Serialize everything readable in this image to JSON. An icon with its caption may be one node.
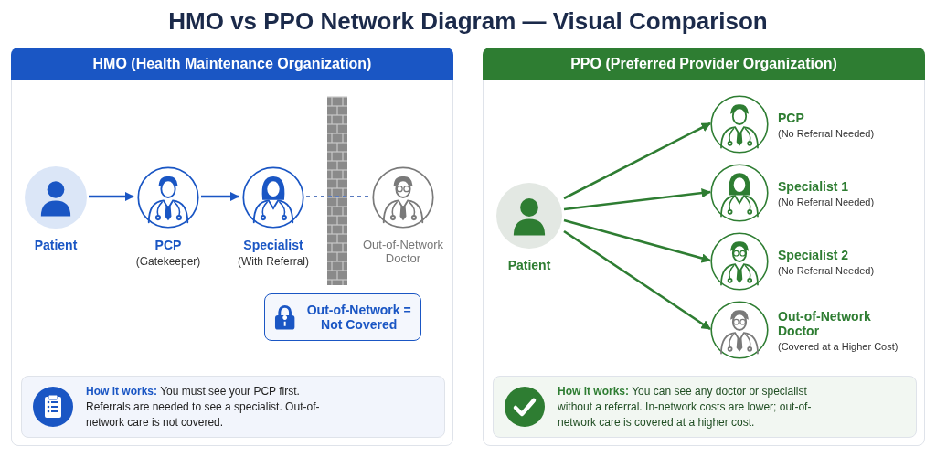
{
  "diagram": {
    "title": "HMO vs PPO Network Diagram — Visual Comparison",
    "nodes": [
      {
        "text": [
          "HMO (Health Maintenance Organization)"
        ]
      },
      {
        "text": [
          "Patient"
        ],
        "in": 0
      },
      {
        "text": [
          "PCP",
          "(Gatekeeper)"
        ],
        "in": 0
      },
      {
        "text": [
          "Specialist",
          "(With Referral)"
        ],
        "in": 0
      },
      {
        "text": [
          "Out-of-Network Doctor"
        ],
        "in": 0
      },
      {
        "text": [
          "Out-of-Network = Not Covered"
        ],
        "in": 0
      },
      {
        "text": [
          "**How it works:** You must see your PCP first. Referrals are needed to see a specialist. Out-of-network care is not covered."
        ],
        "in": 0
      },
      {
        "text": [
          "PPO (Preferred Provider Organization)"
        ]
      },
      {
        "text": [
          "Patient"
        ],
        "in": 7
      },
      {
        "text": [
          "PCP",
          "(No Referral Needed)"
        ],
        "in": 7
      },
      {
        "text": [
          "Specialist 1",
          "(No Referral Needed)"
        ],
        "in": 7
      },
      {
        "text": [
          "Specialist 2",
          "(No Referral Needed)"
        ],
        "in": 7
      },
      {
        "text": [
          "Out-of-Network Doctor",
          "(Covered at a Higher Cost)"
        ],
        "in": 7
      },
      {
        "text": [
          "**How it works:** You can see any doctor or specialist without a referral. In-network costs are lower; out-of-network care is covered at a higher cost."
        ],
        "in": 7
      }
    ],
    "edges": [
      {
        "from": 1,
        "to": 2,
        "arrow": "to",
        "color": "#1a56c4"
      },
      {
        "from": 2,
        "to": 3,
        "arrow": "to",
        "color": "#1a56c4"
      },
      {
        "from": 3,
        "to": 4,
        "arrow": "none",
        "style": "dashed",
        "color": "#5a7bbf"
      },
      {
        "from": 8,
        "to": 9,
        "arrow": "to"
      },
      {
        "from": 8,
        "to": 10,
        "arrow": "to"
      },
      {
        "from": 8,
        "to": 11,
        "arrow": "to"
      },
      {
        "from": 8,
        "to": 12,
        "arrow": "to"
      }
    ]
  }
}
